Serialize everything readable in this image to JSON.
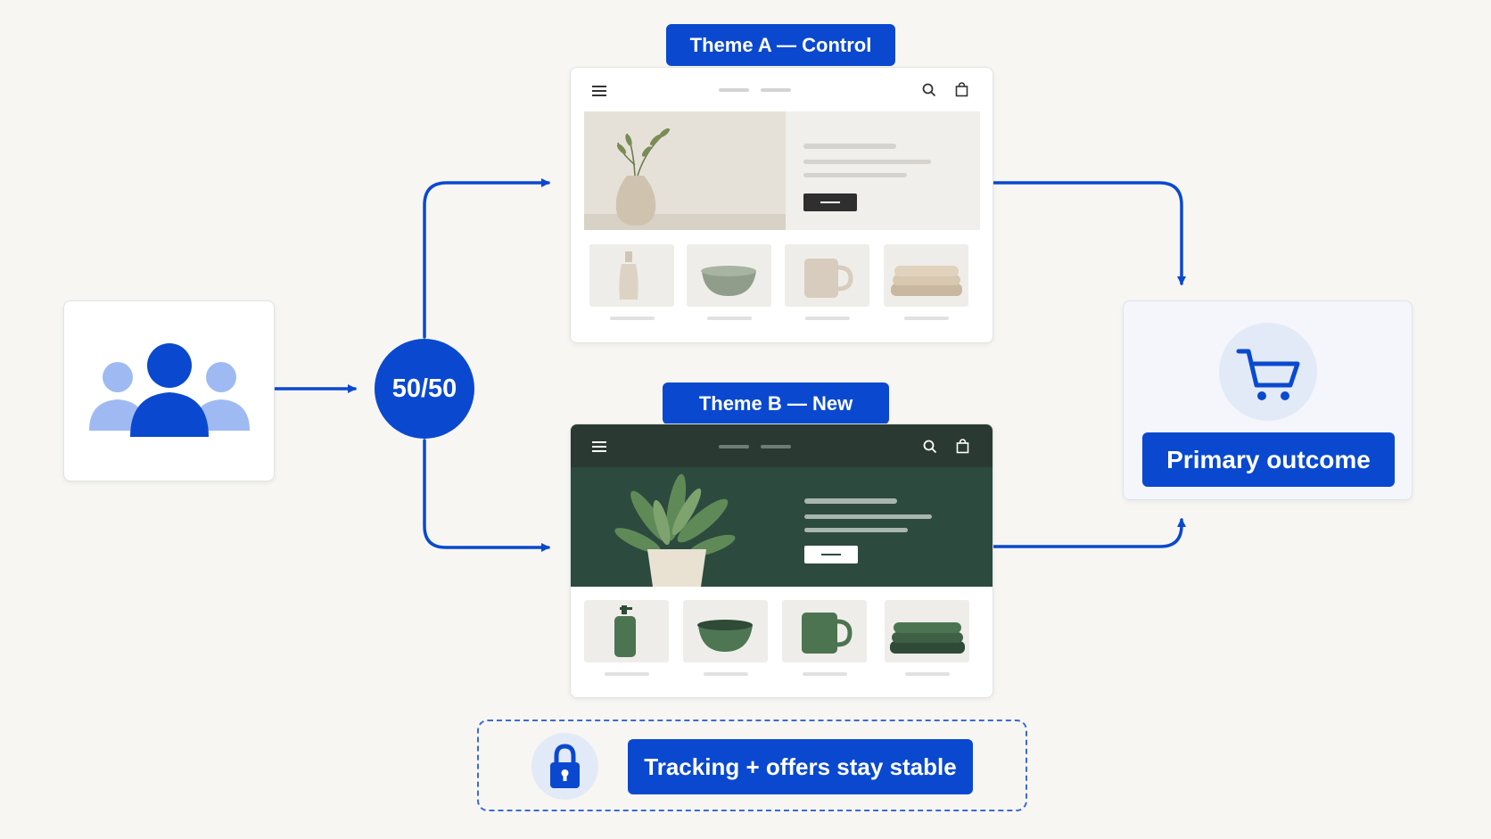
{
  "split": {
    "label": "50/50"
  },
  "theme_a": {
    "label": "Theme A — Control"
  },
  "theme_b": {
    "label": "Theme B — New"
  },
  "outcome": {
    "label": "Primary outcome"
  },
  "stability": {
    "label": "Tracking + offers stay stable"
  },
  "colors": {
    "accent": "#0a49cf",
    "light_accent": "#e7eefc",
    "theme_b_dark": "#2d4a3e",
    "theme_a_beige": "#ece8e1"
  },
  "icons": [
    "users-icon",
    "menu-icon",
    "search-icon",
    "bag-icon",
    "cart-icon",
    "lock-icon"
  ]
}
